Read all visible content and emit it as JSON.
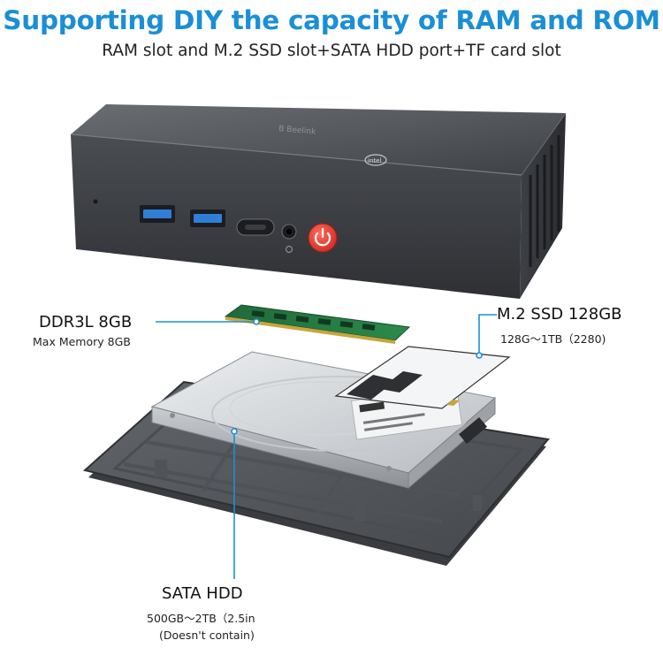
{
  "header": {
    "title": "Supporting DIY the capacity of RAM and ROM",
    "subtitle": "RAM slot and M.2 SSD slot+SATA HDD port+TF card slot"
  },
  "callouts": {
    "ram": {
      "title": "DDR3L 8GB",
      "detail": "Max Memory 8GB"
    },
    "ssd": {
      "title": "M.2 SSD 128GB",
      "detail": "128G～1TB（2280)"
    },
    "hdd": {
      "title": "SATA HDD",
      "detail": "500GB～2TB（2.5in",
      "note": "(Doesn't contain)"
    }
  },
  "colors": {
    "accent": "#1b8fd6",
    "power_button": "#e53935",
    "usb_port": "#2f7fd8",
    "chassis": "#4a4d52"
  },
  "icons": [
    "usb3-port-icon",
    "usb-c-port-icon",
    "audio-jack-icon",
    "power-button-icon",
    "intel-badge-icon"
  ]
}
